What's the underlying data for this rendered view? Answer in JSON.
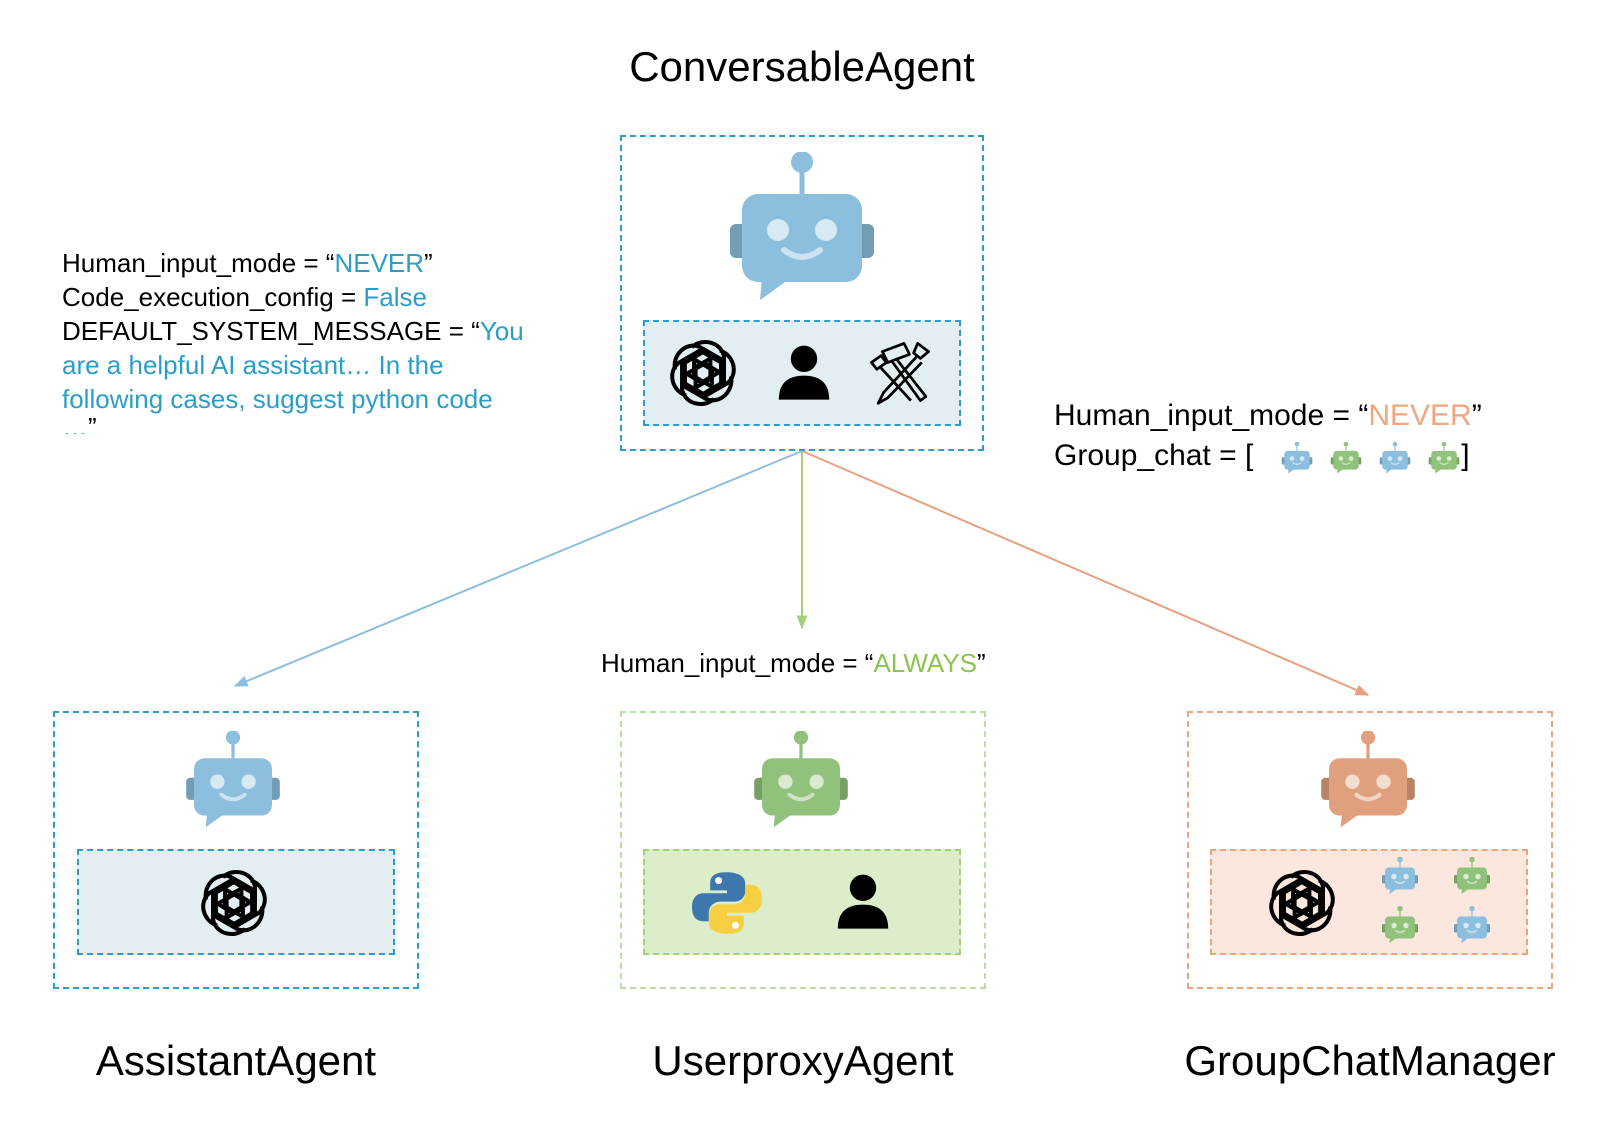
{
  "colors": {
    "assistant": "#2a9ec6",
    "assistant_robot": "#8cbfdd",
    "userproxy": "#b7dfa0",
    "userproxy_robot": "#91c27b",
    "userproxy_text": "#8cc452",
    "groupchat": "#e9a57e",
    "groupchat_robot": "#e0a07e",
    "groupchat_text": "#f0a67e",
    "black": "#000000"
  },
  "root": {
    "title": "ConversableAgent",
    "icons": [
      "robot-icon",
      "openai-icon",
      "person-icon",
      "tools-icon"
    ]
  },
  "assistant_config": {
    "line1_key": "Human_input_mode = “",
    "line1_value": "NEVER",
    "line1_end": "”",
    "line2_key": "Code_execution_config = ",
    "line2_value": "False",
    "line3_key": "DEFAULT_SYSTEM_MESSAGE = “",
    "line3_value": "You",
    "line4": "are a helpful AI assistant… In the",
    "line5": "following cases, suggest python code",
    "line6_value": "…",
    "line6_end": "”"
  },
  "groupchat_config": {
    "line1_key": "Human_input_mode = “",
    "line1_value": "NEVER",
    "line1_end": "”",
    "line2_key": "Group_chat = [",
    "line2_end": "]"
  },
  "userproxy_config": {
    "key": "Human_input_mode = “",
    "value": "ALWAYS",
    "end": "”"
  },
  "agents": {
    "assistant": {
      "title": "AssistantAgent",
      "icons": [
        "robot-icon",
        "openai-icon"
      ]
    },
    "userproxy": {
      "title": "UserproxyAgent",
      "icons": [
        "robot-icon",
        "python-icon",
        "person-icon"
      ]
    },
    "groupchat": {
      "title": "GroupChatManager",
      "icons": [
        "robot-icon",
        "openai-icon",
        "mini-robot-icon"
      ]
    }
  }
}
